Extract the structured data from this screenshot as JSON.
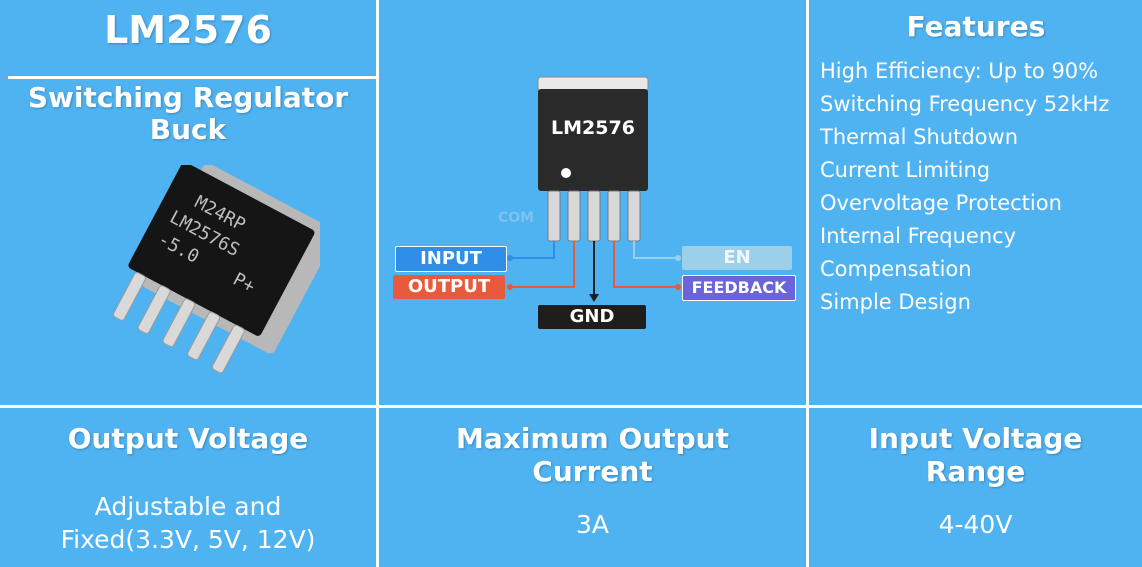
{
  "title": "LM2576",
  "subtitle_line1": "Switching Regulator",
  "subtitle_line2": "Buck",
  "photo_chip": {
    "line1": "M24RP",
    "line2": "LM2576S",
    "line3": "-5.0",
    "line4": "P+"
  },
  "diagram": {
    "chip_label": "LM2576",
    "watermark": "COM",
    "pins": {
      "input": "INPUT",
      "output": "OUTPUT",
      "gnd": "GND",
      "en": "EN",
      "feedback": "FEEDBACK"
    },
    "colors": {
      "input": "#2f8ee8",
      "output": "#e85a3c",
      "gnd": "#1e1e1e",
      "en": "#9ccfe8",
      "feedback": "#6b63d9"
    }
  },
  "features": {
    "title": "Features",
    "items": [
      "High Efficiency: Up to 90%",
      "Switching Frequency 52kHz",
      "Thermal Shutdown",
      "Current Limiting",
      "Overvoltage Protection",
      "Internal Frequency",
      "Compensation",
      "Simple Design"
    ]
  },
  "output_voltage": {
    "heading": "Output Voltage",
    "value_line1": "Adjustable and",
    "value_line2": "Fixed(3.3V, 5V, 12V)"
  },
  "max_current": {
    "heading_line1": "Maximum Output",
    "heading_line2": "Current",
    "value": "3A"
  },
  "input_range": {
    "heading_line1": "Input Voltage",
    "heading_line2": "Range",
    "value": "4-40V"
  },
  "theme": {
    "background": "#4fb3f2",
    "grid": "#ffffff"
  }
}
